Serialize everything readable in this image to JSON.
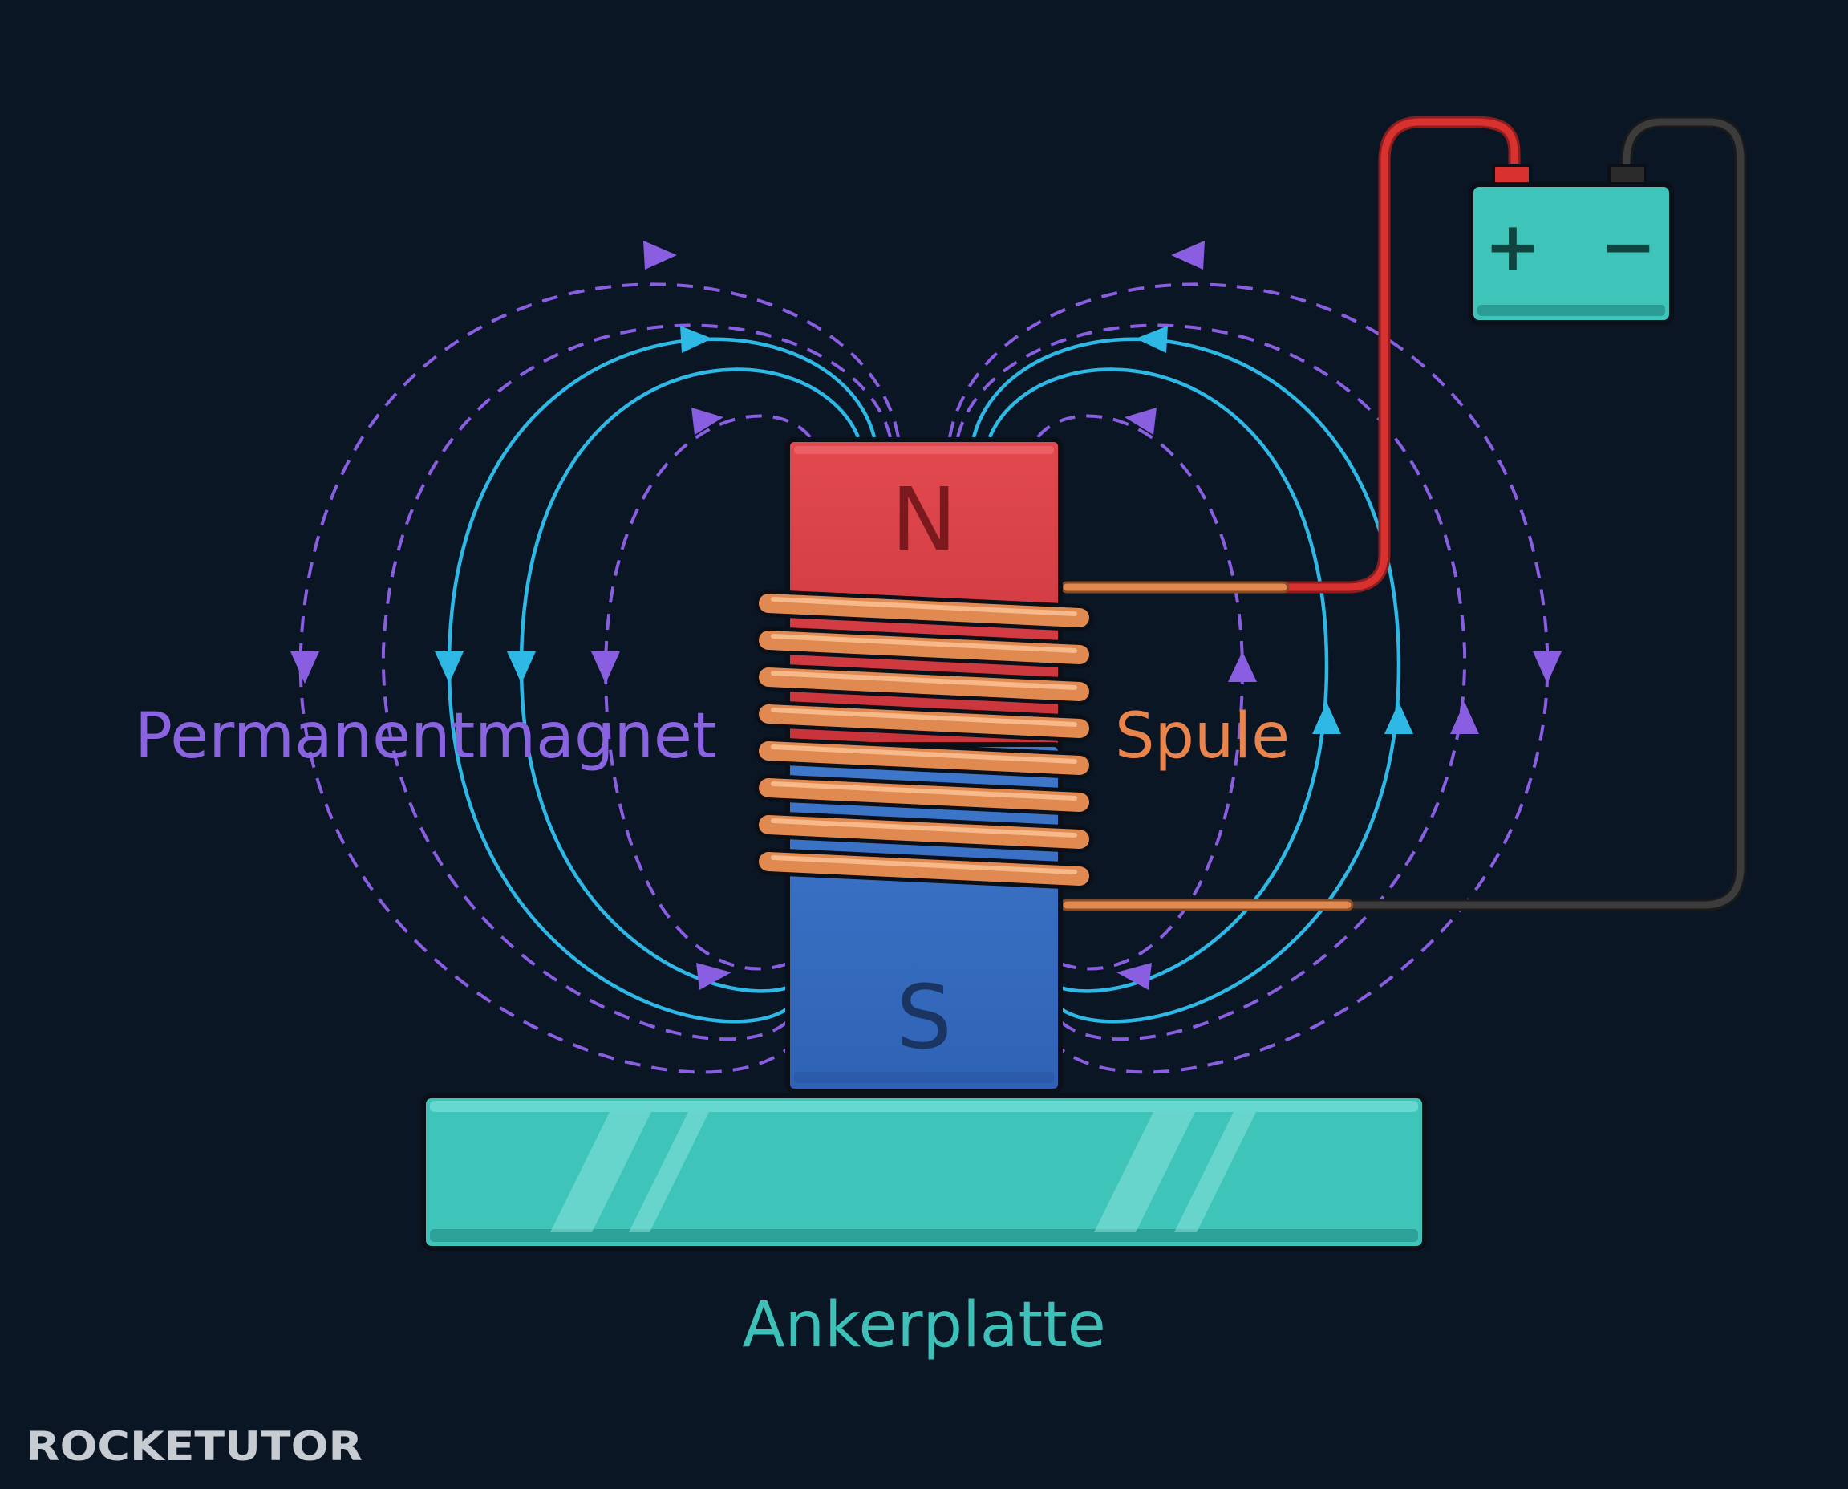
{
  "labels": {
    "permanent_magnet": "Permanentmagnet",
    "coil": "Spule",
    "armature_plate": "Ankerplatte",
    "north_pole": "N",
    "south_pole": "S"
  },
  "battery": {
    "plus": "+",
    "minus": "−"
  },
  "watermark": {
    "brand": "ROCKETUTOR"
  },
  "colors": {
    "background": "#0b1624",
    "permanent_field": "#8a5ee0",
    "coil_field": "#2eb8e6",
    "north": "#d9393e",
    "south": "#3a72c8",
    "copper": "#e88a50",
    "armature": "#3ec4b9",
    "positive_wire": "#d93030",
    "negative_wire": "#3a3a3a",
    "label_purple": "#8a63e0",
    "label_orange": "#e8844c",
    "label_teal": "#3cc0b8"
  }
}
